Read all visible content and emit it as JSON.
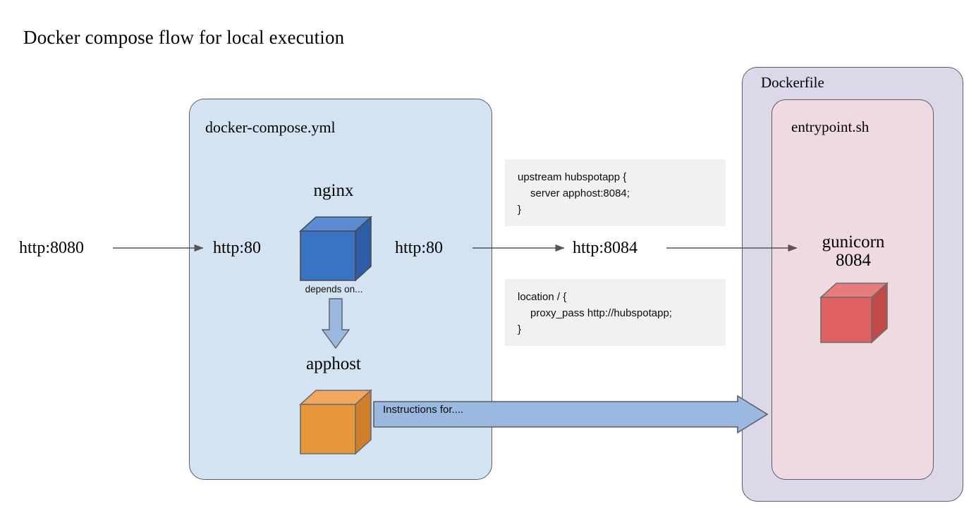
{
  "title": "Docker compose flow for local execution",
  "containers": {
    "compose": {
      "label": "docker-compose.yml",
      "fill": "#d4e3f2"
    },
    "dockerfile": {
      "label": "Dockerfile",
      "fill": "#dcd8ea"
    },
    "entrypoint": {
      "label": "entrypoint.sh",
      "fill": "#f0dae1"
    }
  },
  "flow_labels": {
    "external": "http:8080",
    "nginx_in": "http:80",
    "nginx_out": "http:80",
    "app_in": "http:8084"
  },
  "services": {
    "nginx": {
      "name": "nginx",
      "cube_color": "#3b73c4"
    },
    "apphost": {
      "name": "apphost",
      "cube_color": "#e8963c"
    },
    "gunicorn": {
      "name": "gunicorn",
      "port": "8084",
      "cube_color": "#e06161"
    }
  },
  "depends_label": "depends on...",
  "instructions_label": "Instructions for....",
  "code_blocks": {
    "upstream": {
      "line1": "upstream hubspotapp {",
      "line2": "server apphost:8084;",
      "line3": "}"
    },
    "location": {
      "line1": "location / {",
      "line2": "proxy_pass http://hubspotapp;",
      "line3": "}"
    }
  },
  "colors": {
    "arrow_thin": "#555555",
    "block_arrow_fill": "#9bb9e0",
    "block_arrow_stroke": "#5d5d66",
    "border": "#5d5d66",
    "code_bg": "#f1f1f1"
  }
}
